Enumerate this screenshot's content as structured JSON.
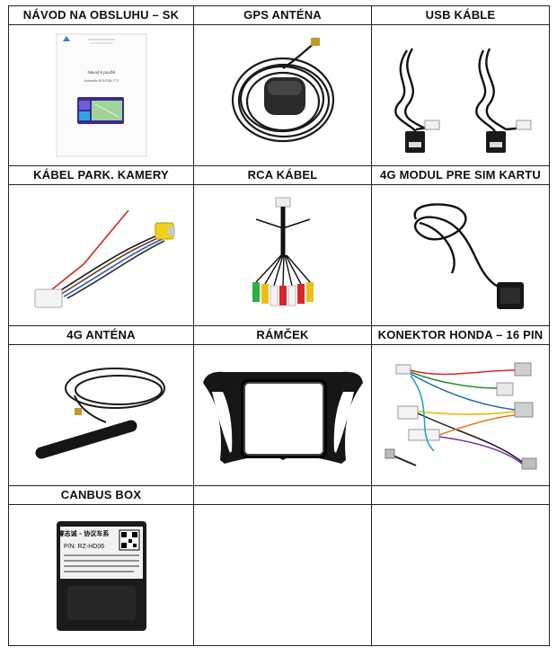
{
  "items": [
    {
      "label": "NÁVOD NA OBSLUHU – SK",
      "icon": "manual-icon",
      "doc": {
        "title": "Návod k použití",
        "subtitle": "Autorádio ROUTAB, FT1"
      }
    },
    {
      "label": "GPS ANTÉNA",
      "icon": "gps-antenna-icon"
    },
    {
      "label": "USB KÁBLE",
      "icon": "usb-cable-icon"
    },
    {
      "label": "KÁBEL PARK. KAMERY",
      "icon": "camera-cable-icon"
    },
    {
      "label": "RCA KÁBEL",
      "icon": "rca-cable-icon"
    },
    {
      "label": "4G MODUL PRE SIM KARTU",
      "icon": "sim-module-icon"
    },
    {
      "label": "4G ANTÉNA",
      "icon": "4g-antenna-icon"
    },
    {
      "label": "RÁMČEK",
      "icon": "frame-icon"
    },
    {
      "label": "KONEKTOR HONDA – 16 PIN",
      "icon": "connector-icon"
    },
    {
      "label": "CANBUS BOX",
      "icon": "canbus-box-icon",
      "box": {
        "brand": "睿志诚 - 协议车系",
        "pn": "P/N: RZ-HD06"
      }
    },
    {
      "label": "",
      "icon": ""
    },
    {
      "label": "",
      "icon": ""
    }
  ]
}
